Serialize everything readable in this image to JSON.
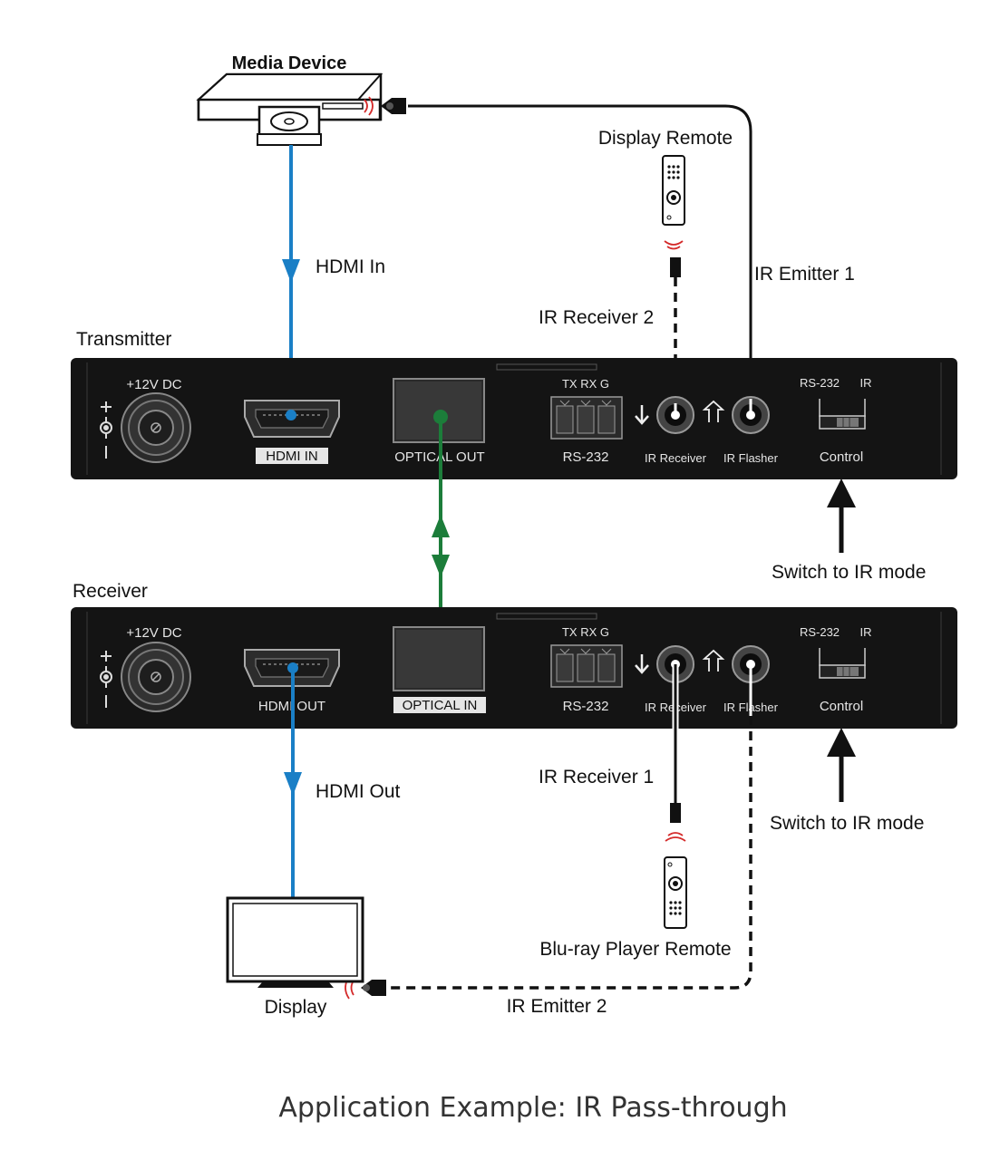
{
  "caption": "Application Example: IR Pass-through",
  "media_device": {
    "label": "Media Device"
  },
  "display_remote": {
    "label": "Display Remote"
  },
  "bluray_remote": {
    "label": "Blu-ray Player Remote"
  },
  "display": {
    "label": "Display"
  },
  "connections": {
    "hdmi_in": "HDMI In",
    "hdmi_out": "HDMI Out",
    "ir_emitter_1": "IR Emitter 1",
    "ir_emitter_2": "IR Emitter 2",
    "ir_receiver_1": "IR Receiver 1",
    "ir_receiver_2": "IR Receiver 2"
  },
  "transmitter": {
    "title": "Transmitter",
    "power": "+12V DC",
    "hdmi": "HDMI  IN",
    "optical": "OPTICAL OUT",
    "rs232_pins": "TX RX  G",
    "rs232": "RS-232",
    "ir_receiver": "IR Receiver",
    "ir_flasher": "IR Flasher",
    "control_left": "RS-232",
    "control_right": "IR",
    "control": "Control",
    "switch_note": "Switch to IR mode"
  },
  "receiver": {
    "title": "Receiver",
    "power": "+12V DC",
    "hdmi": "HDMI OUT",
    "optical": "OPTICAL IN",
    "rs232_pins": "TX RX  G",
    "rs232": "RS-232",
    "ir_receiver": "IR Receiver",
    "ir_flasher": "IR Flasher",
    "control_left": "RS-232",
    "control_right": "IR",
    "control": "Control",
    "switch_note": "Switch to IR mode"
  },
  "colors": {
    "hdmi_line": "#1a7fc6",
    "optical_line": "#1c7d3a",
    "ir_line": "#111111",
    "panel": "#141414",
    "ir_wave": "#d42a2a"
  }
}
